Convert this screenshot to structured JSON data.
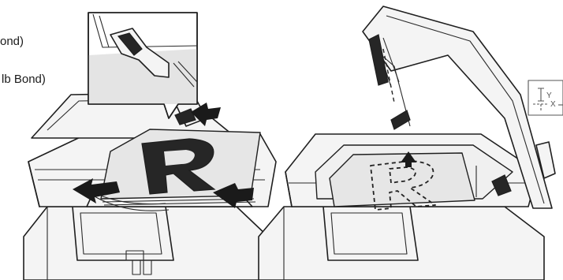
{
  "labels": {
    "paper_weight_line1": "ond)",
    "paper_weight_line2": "lb Bond)",
    "dim_y": "Y",
    "dim_x": "X"
  },
  "icons": [
    "push-arrow-icon",
    "document-letter-icon",
    "dashed-document-outline-icon"
  ]
}
